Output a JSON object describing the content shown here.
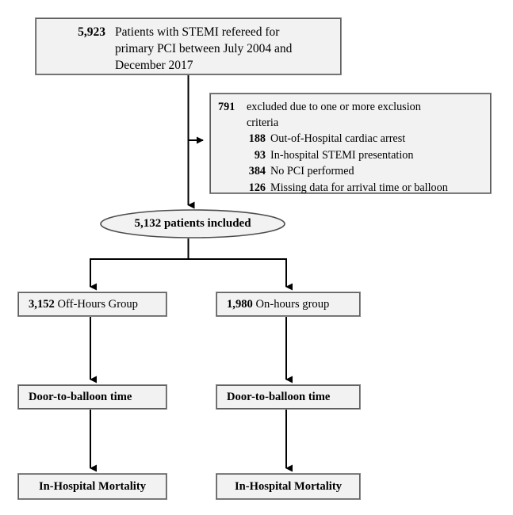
{
  "figure": {
    "type": "flowchart",
    "subject": "STEMI patient selection and group allocation",
    "colors": {
      "node_fill": "#f2f2f2",
      "node_border": "#5c5c5c",
      "line": "#000000",
      "background": "#ffffff"
    }
  },
  "nodes": {
    "source": {
      "count": "5,923",
      "line1": "Patients with STEMI refereed for",
      "line2": "primary PCI between July 2004 and",
      "line3": "December 2017"
    },
    "excluded": {
      "count": "791",
      "text_line1": "excluded due to one or more exclusion",
      "text_line2": "criteria",
      "items": [
        {
          "count": "188",
          "label": "Out-of-Hospital cardiac arrest"
        },
        {
          "count": "93",
          "label": "In-hospital STEMI presentation"
        },
        {
          "count": "384",
          "label": "No PCI performed"
        },
        {
          "count": "126",
          "label": "Missing data for arrival time or balloon"
        }
      ]
    },
    "included": {
      "label": "5,132 patients included",
      "count": "5,132"
    },
    "off_hours_group": {
      "count": "3,152",
      "label": "Off-Hours Group"
    },
    "on_hours_group": {
      "count": "1,980",
      "label": "On-hours group"
    },
    "door_to_balloon_left": {
      "label": "Door-to-balloon time"
    },
    "door_to_balloon_right": {
      "label": "Door-to-balloon time"
    },
    "mortality_left": {
      "label": "In-Hospital Mortality"
    },
    "mortality_right": {
      "label": "In-Hospital Mortality"
    }
  }
}
